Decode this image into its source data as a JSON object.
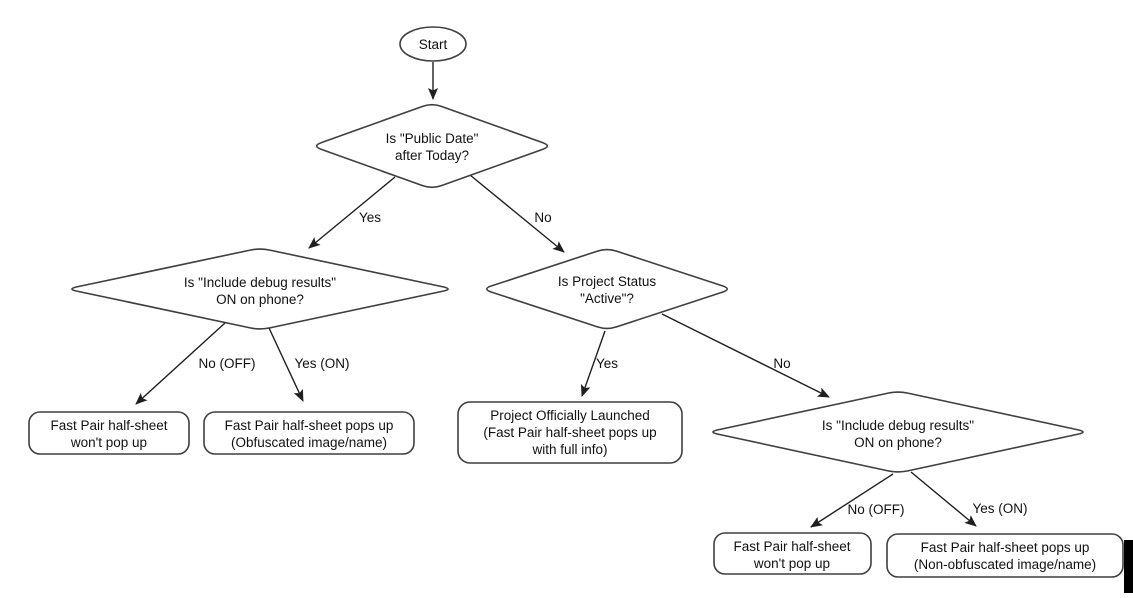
{
  "flowchart": {
    "nodes": {
      "start": {
        "type": "terminator",
        "label": "Start"
      },
      "public_date": {
        "type": "decision",
        "lines": [
          "Is \"Public Date\"",
          "after Today?"
        ]
      },
      "debug_left": {
        "type": "decision",
        "lines": [
          "Is \"Include debug results\"",
          "ON on phone?"
        ]
      },
      "project_status": {
        "type": "decision",
        "lines": [
          "Is Project Status",
          "\"Active\"?"
        ]
      },
      "debug_right": {
        "type": "decision",
        "lines": [
          "Is \"Include debug results\"",
          "ON on phone?"
        ]
      },
      "no_popup_left": {
        "type": "result",
        "lines": [
          "Fast Pair half-sheet",
          "won't pop up"
        ]
      },
      "obfuscated": {
        "type": "result",
        "lines": [
          "Fast Pair half-sheet pops up",
          "(Obfuscated image/name)"
        ]
      },
      "launched": {
        "type": "result",
        "lines": [
          "Project Officially Launched",
          "(Fast Pair half-sheet pops up",
          "with full info)"
        ]
      },
      "no_popup_right": {
        "type": "result",
        "lines": [
          "Fast Pair half-sheet",
          "won't pop up"
        ]
      },
      "non_obfuscated": {
        "type": "result",
        "lines": [
          "Fast Pair half-sheet pops up",
          "(Non-obfuscated image/name)"
        ]
      }
    },
    "edge_labels": {
      "public_yes": "Yes",
      "public_no": "No",
      "debug_left_no": "No (OFF)",
      "debug_left_yes": "Yes (ON)",
      "status_yes": "Yes",
      "status_no": "No",
      "debug_right_no": "No (OFF)",
      "debug_right_yes": "Yes (ON)"
    },
    "colors": {
      "shape_stroke": "#3f3f3f",
      "shape_fill": "#ffffff",
      "line": "#1f1f1f",
      "text": "#111111"
    }
  }
}
